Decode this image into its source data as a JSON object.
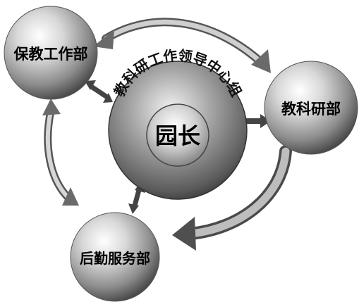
{
  "center": {
    "arc_title": "教科研工作领导中心组",
    "core_label": "园长"
  },
  "departments": {
    "top_left": "保教工作部",
    "right": "教科研部",
    "bottom": "后勤服务部"
  }
}
